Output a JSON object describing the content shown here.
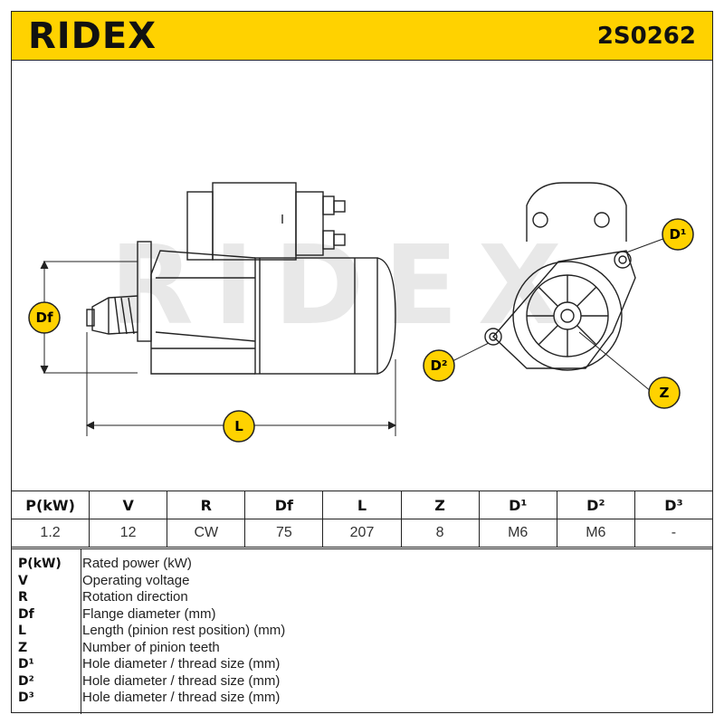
{
  "header": {
    "brand": "RIDEX",
    "part_number": "2S0262"
  },
  "colors": {
    "accent": "#ffd200",
    "badge": "#ffd200",
    "line": "#222222",
    "watermark": "#e6e6e6"
  },
  "watermark": "RIDEX",
  "diagram_labels": {
    "df": "Df",
    "l": "L",
    "d1": "D¹",
    "d2": "D²",
    "z": "Z"
  },
  "specs": {
    "headers": [
      "P(kW)",
      "V",
      "R",
      "Df",
      "L",
      "Z",
      "D¹",
      "D²",
      "D³"
    ],
    "values": [
      "1.2",
      "12",
      "CW",
      "75",
      "207",
      "8",
      "M6",
      "M6",
      "-"
    ]
  },
  "legend": [
    {
      "abbr": "P(kW)",
      "desc": "Rated power (kW)"
    },
    {
      "abbr": "V",
      "desc": "Operating voltage"
    },
    {
      "abbr": "R",
      "desc": "Rotation direction"
    },
    {
      "abbr": "Df",
      "desc": "Flange diameter (mm)"
    },
    {
      "abbr": "L",
      "desc": "Length (pinion rest position) (mm)"
    },
    {
      "abbr": "Z",
      "desc": "Number of pinion teeth"
    },
    {
      "abbr": "D¹",
      "desc": "Hole diameter / thread size (mm)"
    },
    {
      "abbr": "D²",
      "desc": "Hole diameter / thread size (mm)"
    },
    {
      "abbr": "D³",
      "desc": "Hole diameter / thread size (mm)"
    }
  ]
}
